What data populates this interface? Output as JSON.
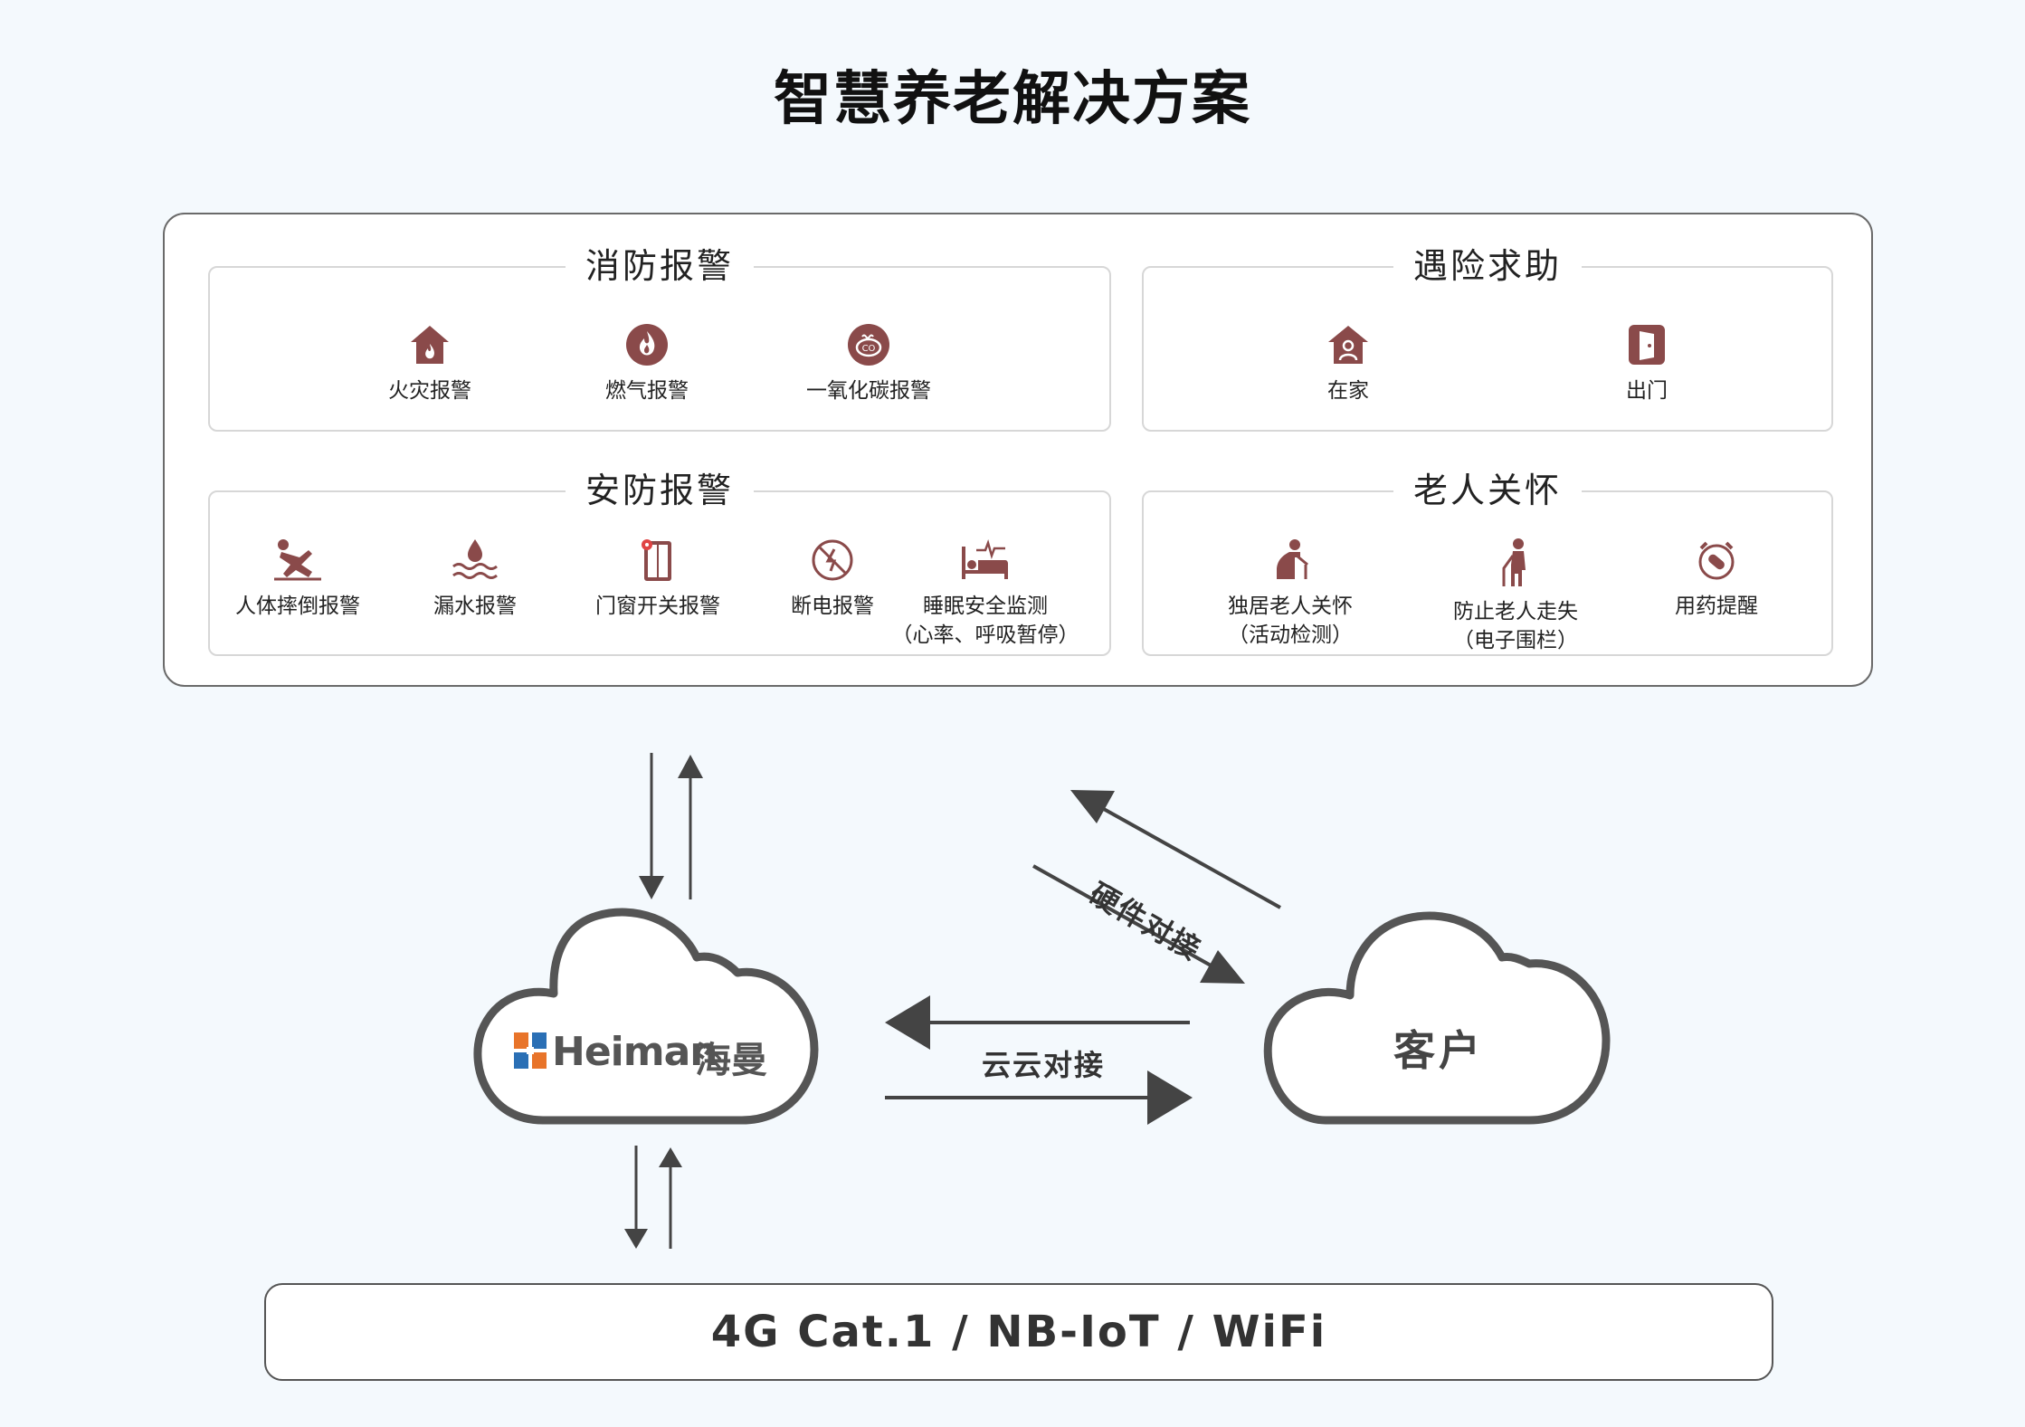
{
  "title": "智慧养老解决方案",
  "colors": {
    "icon": "#8a4a4a",
    "line": "#444444",
    "cloud_stroke": "#555555",
    "logo_blue": "#2a6fb5",
    "logo_orange": "#e8742a"
  },
  "groups": {
    "fire": {
      "title": "消防报警",
      "items": [
        {
          "icon": "house-fire-icon",
          "label": "火灾报警"
        },
        {
          "icon": "flame-icon",
          "label": "燃气报警"
        },
        {
          "icon": "co-gas-icon",
          "label": "一氧化碳报警"
        }
      ]
    },
    "emergency": {
      "title": "遇险求助",
      "items": [
        {
          "icon": "home-person-icon",
          "label": "在家"
        },
        {
          "icon": "door-exit-icon",
          "label": "出门"
        }
      ]
    },
    "security": {
      "title": "安防报警",
      "items": [
        {
          "icon": "person-fall-icon",
          "label": "人体摔倒报警"
        },
        {
          "icon": "water-leak-icon",
          "label": "漏水报警"
        },
        {
          "icon": "door-window-icon",
          "label": "门窗开关报警"
        },
        {
          "icon": "power-off-icon",
          "label": "断电报警"
        },
        {
          "icon": "sleep-monitor-icon",
          "label": "睡眠安全监测",
          "sub": "（心率、呼吸暂停）"
        }
      ]
    },
    "care": {
      "title": "老人关怀",
      "items": [
        {
          "icon": "elderly-sitting-icon",
          "label": "独居老人关怀",
          "sub": "（活动检测）"
        },
        {
          "icon": "elderly-cane-icon",
          "label": "防止老人走失",
          "sub": "（电子围栏）"
        },
        {
          "icon": "pill-clock-icon",
          "label": "用药提醒"
        }
      ]
    }
  },
  "heiman_cloud": {
    "logo_en": "Heiman",
    "logo_cn": "海曼"
  },
  "customer_cloud": {
    "label": "客户"
  },
  "arrows": {
    "hardware": "硬件对接",
    "cloud": "云云对接"
  },
  "network": "4G Cat.1 / NB-IoT / WiFi"
}
